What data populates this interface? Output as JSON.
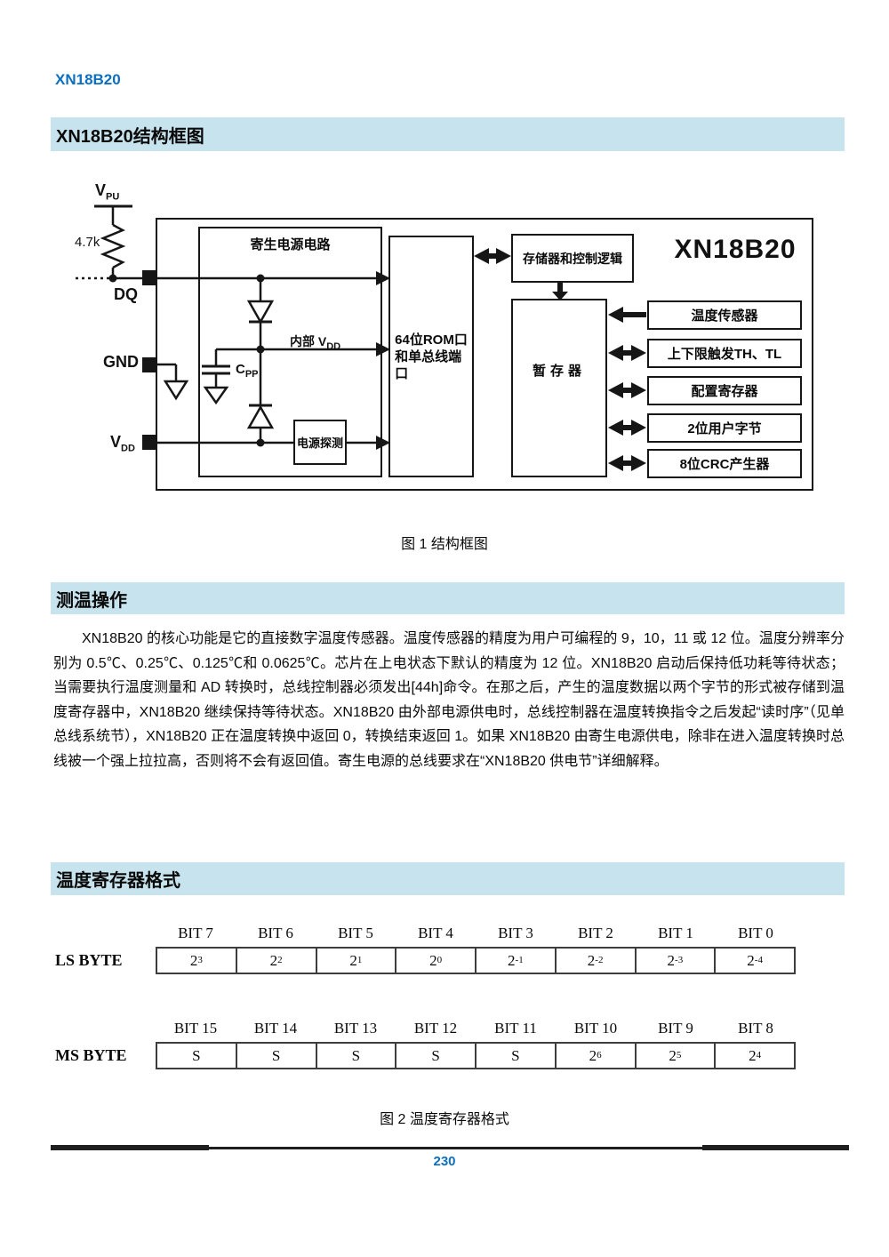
{
  "page": {
    "doc_title": "XN18B20",
    "page_number": "230",
    "accent_blue": "#0d6fbe",
    "band_bg": "#c7e3ed"
  },
  "sections": {
    "s1_heading": "XN18B20结构框图",
    "s2_heading": "测温操作",
    "s3_heading": "温度寄存器格式"
  },
  "figure1": {
    "caption": "图 1  结构框图",
    "chip_label": "XN18B20",
    "pins": {
      "vpu_base": "V",
      "vpu_sub": "PU",
      "resistor_value": "4.7k",
      "dq": "DQ",
      "gnd": "GND",
      "vdd_base": "V",
      "vdd_sub": "DD"
    },
    "blocks": {
      "parasite_power": "寄生电源电路",
      "internal_vdd_base": "内部 V",
      "internal_vdd_sub": "DD",
      "cpp_base": "C",
      "cpp_sub": "PP",
      "power_detect": "电源探测",
      "rom_line1": "64位ROM口",
      "rom_line2": "和单总线端",
      "rom_line3": "口",
      "memory_ctrl": "存储器和控制逻辑",
      "scratchpad": "暂存器",
      "temp_sensor": "温度传感器",
      "th_tl_trigger": "上下限触发TH、TL",
      "config_register": "配置寄存器",
      "user_bytes": "2位用户字节",
      "crc_generator": "8位CRC产生器"
    }
  },
  "paragraph": "XN18B20 的核心功能是它的直接数字温度传感器。温度传感器的精度为用户可编程的 9，10，11 或 12 位。温度分辨率分别为 0.5℃、0.25℃、0.125℃和 0.0625℃。芯片在上电状态下默认的精度为 12 位。XN18B20 启动后保持低功耗等待状态；当需要执行温度测量和 AD 转换时，总线控制器必须发出[44h]命令。在那之后，产生的温度数据以两个字节的形式被存储到温度寄存器中，XN18B20 继续保持等待状态。XN18B20 由外部电源供电时，总线控制器在温度转换指令之后发起“读时序”（见单总线系统节），XN18B20 正在温度转换中返回 0，转换结束返回 1。如果 XN18B20 由寄生电源供电，除非在进入温度转换时总线被一个强上拉拉高，否则将不会有返回值。寄生电源的总线要求在“XN18B20 供电节”详细解释。",
  "figure2": {
    "caption": "图 2  温度寄存器格式",
    "ls": {
      "label": "LS BYTE",
      "headers": [
        "BIT 7",
        "BIT 6",
        "BIT 5",
        "BIT 4",
        "BIT 3",
        "BIT 2",
        "BIT 1",
        "BIT 0"
      ],
      "cells": [
        {
          "base": "2",
          "sup": "3"
        },
        {
          "base": "2",
          "sup": "2"
        },
        {
          "base": "2",
          "sup": "1"
        },
        {
          "base": "2",
          "sup": "0"
        },
        {
          "base": "2",
          "sup": "-1"
        },
        {
          "base": "2",
          "sup": "-2"
        },
        {
          "base": "2",
          "sup": "-3"
        },
        {
          "base": "2",
          "sup": "-4"
        }
      ]
    },
    "ms": {
      "label": "MS BYTE",
      "headers": [
        "BIT 15",
        "BIT 14",
        "BIT 13",
        "BIT 12",
        "BIT 11",
        "BIT 10",
        "BIT 9",
        "BIT 8"
      ],
      "cells": [
        {
          "base": "S",
          "sup": ""
        },
        {
          "base": "S",
          "sup": ""
        },
        {
          "base": "S",
          "sup": ""
        },
        {
          "base": "S",
          "sup": ""
        },
        {
          "base": "S",
          "sup": ""
        },
        {
          "base": "2",
          "sup": "6"
        },
        {
          "base": "2",
          "sup": "5"
        },
        {
          "base": "2",
          "sup": "4"
        }
      ]
    }
  }
}
